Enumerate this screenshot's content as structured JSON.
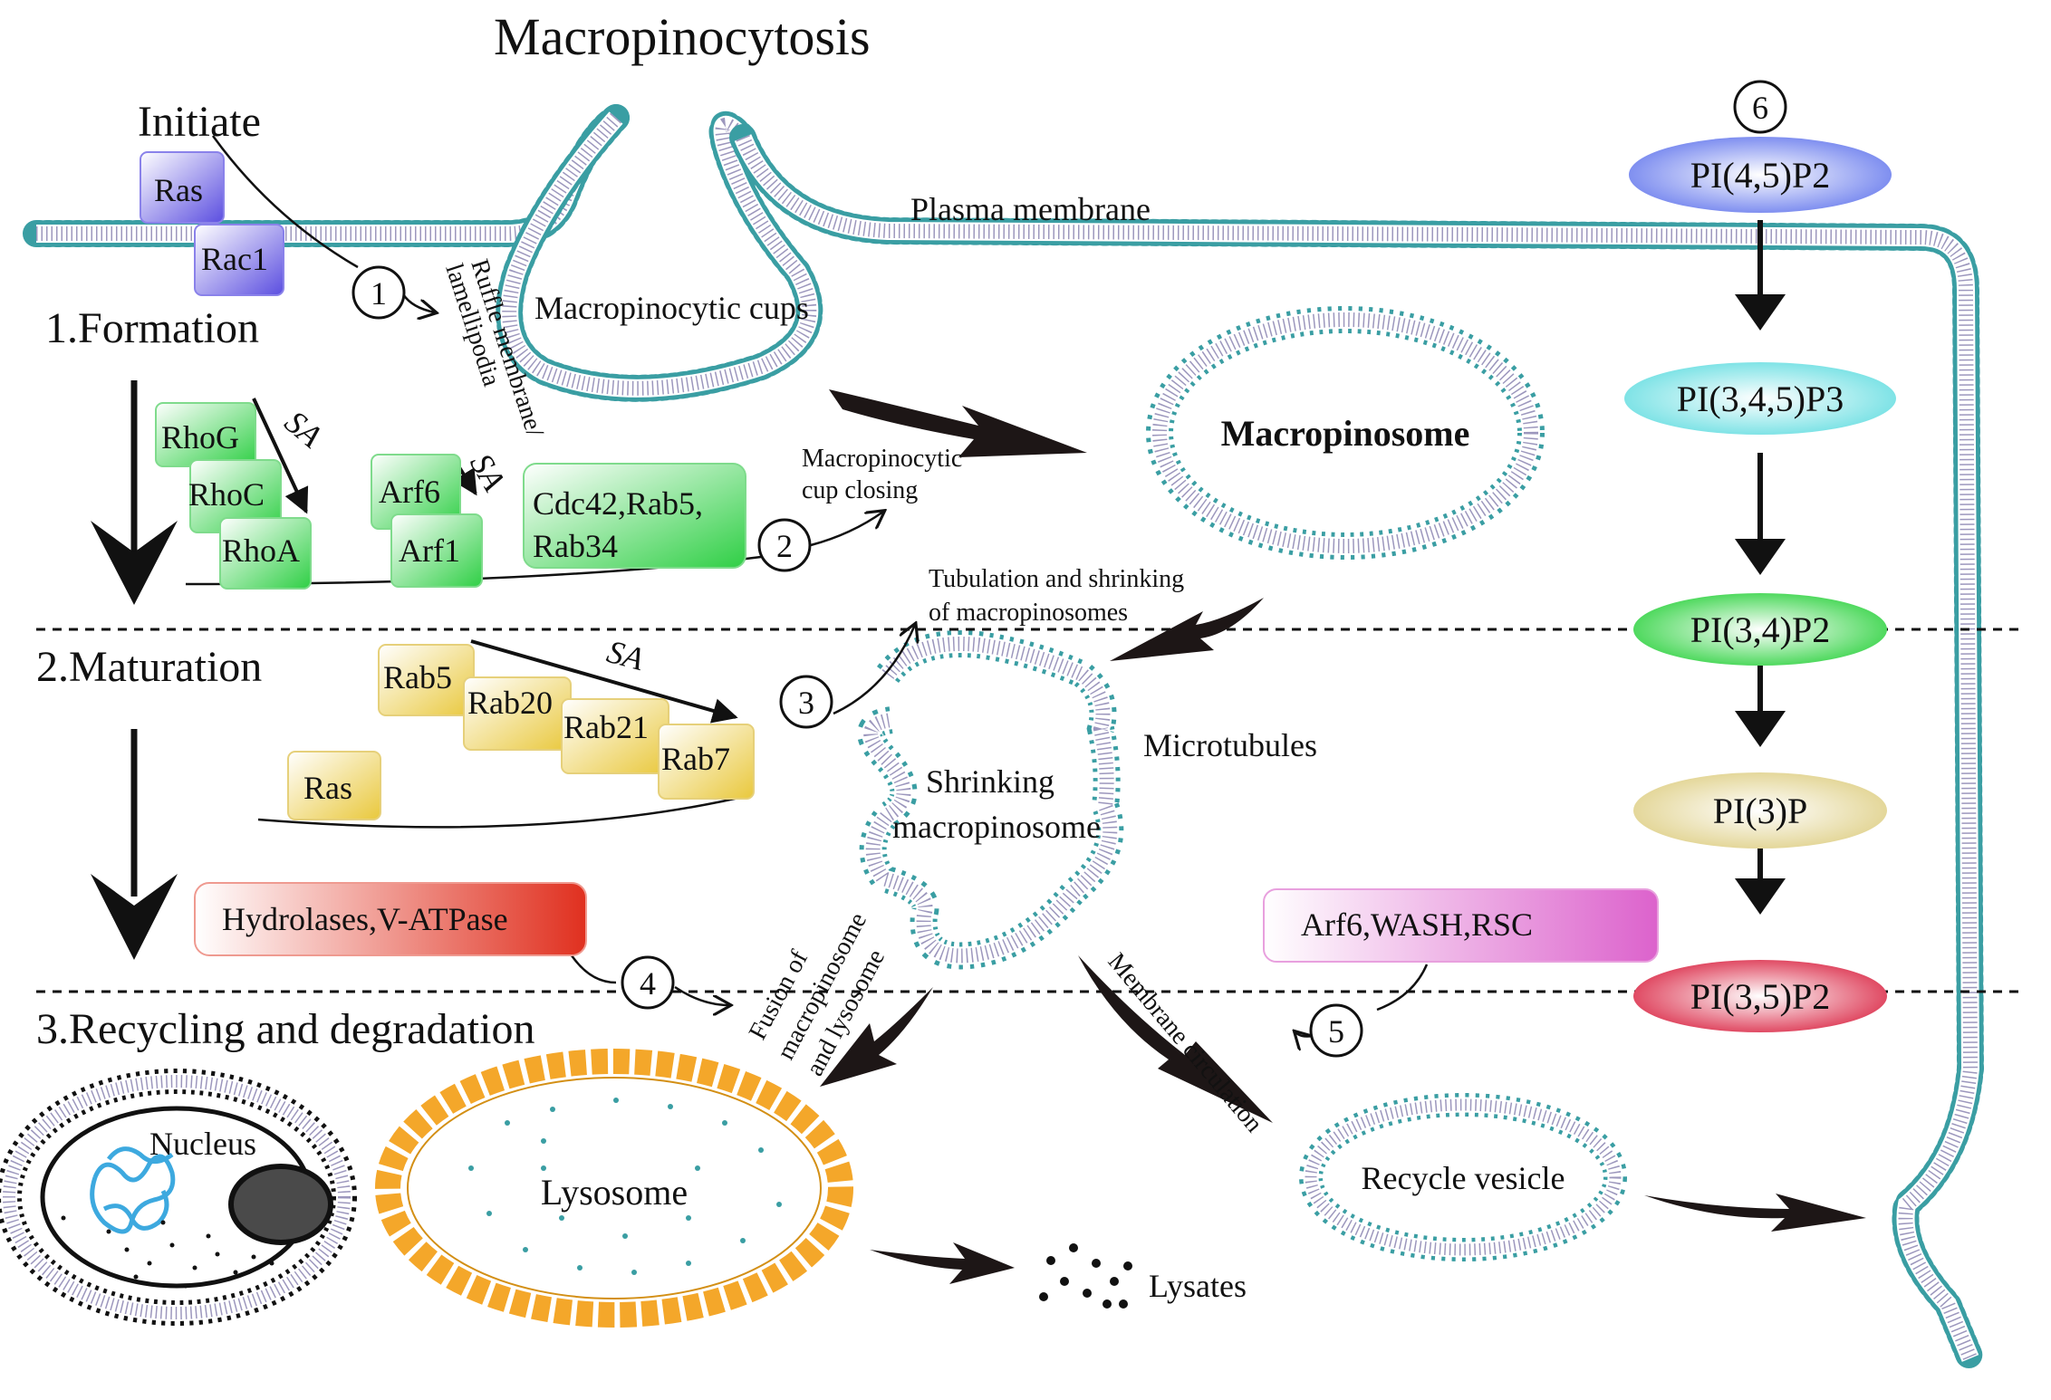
{
  "title": "Macropinocytosis",
  "stages": {
    "initiate": "Initiate",
    "formation": "1.Formation",
    "maturation": "2.Maturation",
    "recycling": "3.Recycling and degradation"
  },
  "structures": {
    "plasma_membrane": "Plasma membrane",
    "cups": "Macropinocytic cups",
    "macropinosome": "Macropinosome",
    "ruffle_line1": "Ruffle membrane/",
    "ruffle_line2": "lamellipodia",
    "cup_closing_line1": "Macropinocytic",
    "cup_closing_line2": "cup closing",
    "tubulation_line1": "Tubulation and shrinking",
    "tubulation_line2": "of macropinosomes",
    "microtubules": "Microtubules",
    "shrinking_line1": "Shrinking",
    "shrinking_line2": "macropinosome",
    "fusion_line1": "Fusion of",
    "fusion_line2": "macropinosome",
    "fusion_line3": "and lysosome",
    "membrane_circulation": "Membrane circulation",
    "lysosome": "Lysosome",
    "lysates": "Lysates",
    "nucleus": "Nucleus",
    "recycle_vesicle": "Recycle vesicle"
  },
  "proteins": {
    "ras1": "Ras",
    "rac1": "Rac1",
    "rhog": "RhoG",
    "rhoc": "RhoC",
    "rhoa": "RhoA",
    "arf6": "Arf6",
    "arf1": "Arf1",
    "cdc42_line1": "Cdc42,Rab5,",
    "cdc42_line2": "Rab34",
    "rab5": "Rab5",
    "rab20": "Rab20",
    "rab21": "Rab21",
    "rab7": "Rab7",
    "ras2": "Ras",
    "hydrolases": "Hydrolases,V-ATPase",
    "arf6_wash": "Arf6,WASH,RSC"
  },
  "sa_labels": {
    "sa1": "SA",
    "sa2": "SA",
    "sa3": "SA"
  },
  "steps": {
    "s1": "1",
    "s2": "2",
    "s3": "3",
    "s4": "4",
    "s5": "5",
    "s6": "6"
  },
  "phosphoinositides": {
    "pip2_45": "PI(4,5)P2",
    "pip3": "PI(3,4,5)P3",
    "pip2_34": "PI(3,4)P2",
    "pi3p": "PI(3)P",
    "pip2_35": "PI(3,5)P2"
  },
  "colors": {
    "membrane_head": "#3a9ea3",
    "membrane_tail": "#9c97bd",
    "blue_protein": "#6a5ae0",
    "green_protein": "#39d14f",
    "yellow_protein": "#ebcd45",
    "red_protein": "#e33a2a",
    "pink_protein": "#df6fd0",
    "lysosome_orange": "#f4a72a",
    "arrow": "#1d1616"
  }
}
